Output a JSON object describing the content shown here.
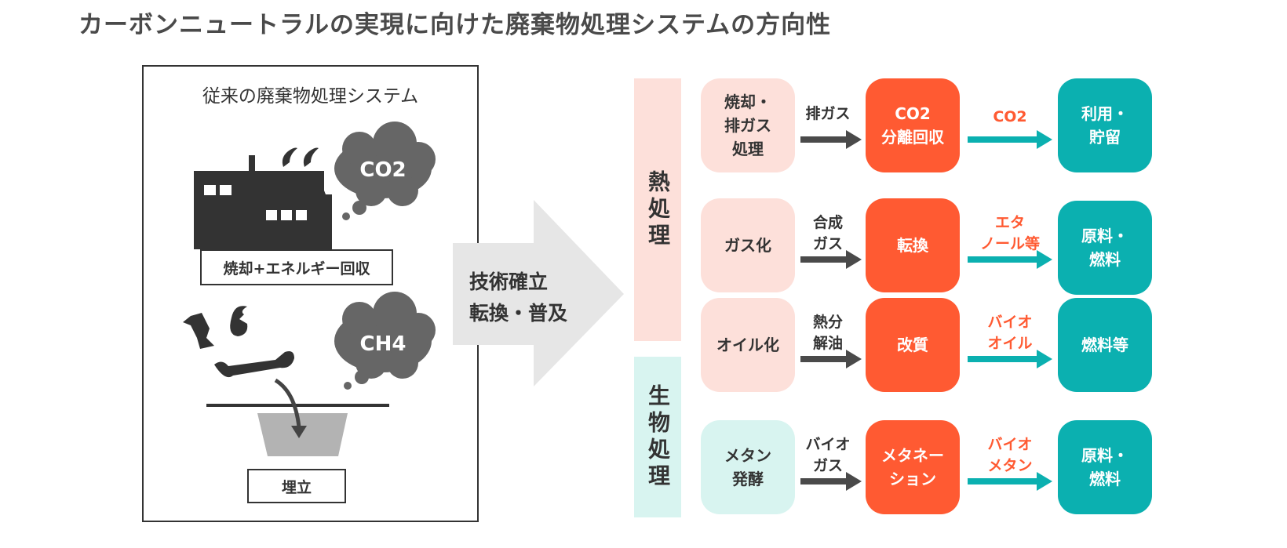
{
  "title": "カーボンニュートラルの実現に向けた廃棄物処理システムの方向性",
  "legacy": {
    "title": "従来の廃棄物処理システム",
    "incineration_label": "焼却+エネルギー回収",
    "landfill_label": "埋立",
    "co2_cloud": "CO2",
    "ch4_cloud": "CH4"
  },
  "transition": {
    "line1": "技術確立",
    "line2": "転換・普及"
  },
  "categories": {
    "thermal": "熱処理",
    "biological": "生物処理"
  },
  "rows": [
    {
      "source": "焼却・\n排ガス\n処理",
      "input": "排ガス",
      "process": "CO2\n分離回収",
      "product": "CO2",
      "output": "利用・\n貯留"
    },
    {
      "source": "ガス化",
      "input": "合成\nガス",
      "process": "転換",
      "product": "エタ\nノール等",
      "output": "原料・\n燃料"
    },
    {
      "source": "オイル化",
      "input": "熱分\n解油",
      "process": "改質",
      "product": "バイオ\nオイル",
      "output": "燃料等"
    },
    {
      "source": "メタン\n発酵",
      "input": "バイオ\nガス",
      "process": "メタネー\nション",
      "product": "バイオ\nメタン",
      "output": "原料・\n燃料"
    }
  ],
  "colors": {
    "thermal_bg": "#fde0da",
    "bio_bg": "#d8f4f0",
    "process": "#ff5a32",
    "output": "#0bb0b0",
    "arrow_dark": "#4a4a4a"
  }
}
